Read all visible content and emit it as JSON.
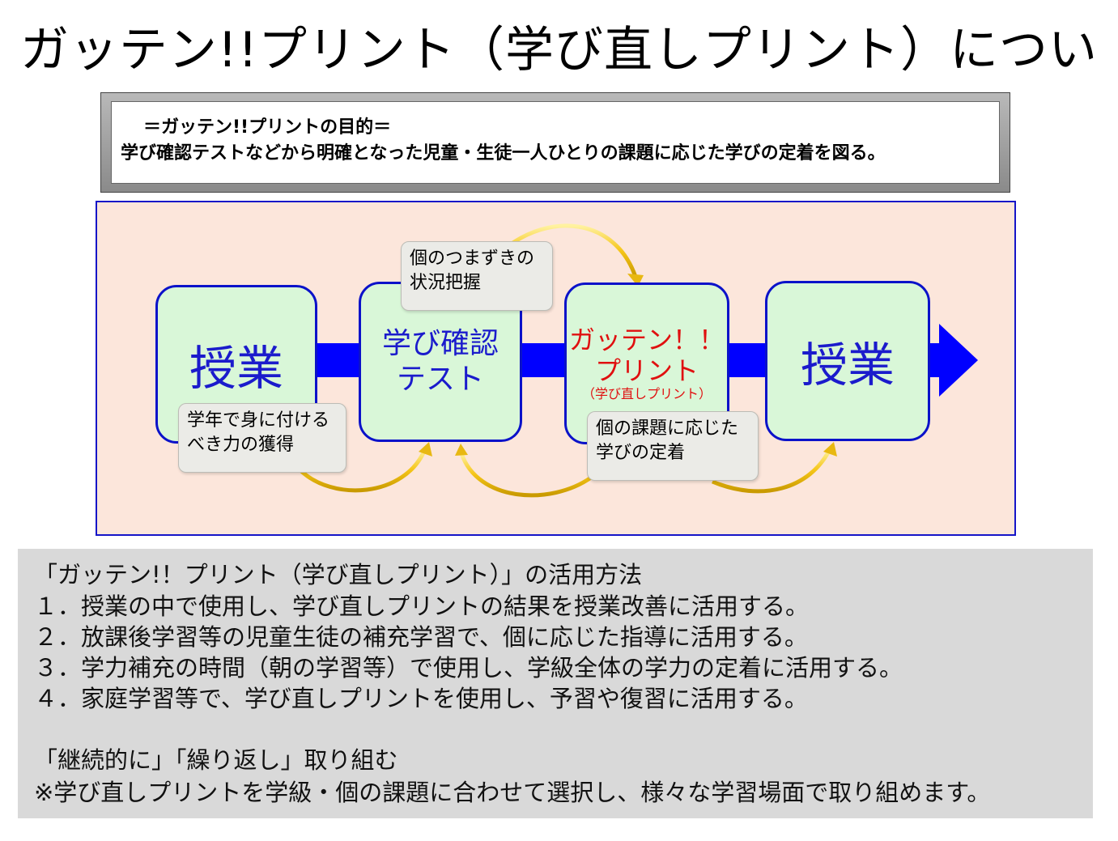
{
  "title": "ガッテン!!プリント（学び直しプリント）について",
  "purpose": {
    "heading": "＝ガッテン!!プリントの目的＝",
    "text": "学び確認テストなどから明確となった児童・生徒一人ひとりの課題に応じた学びの定着を図る。"
  },
  "flow": {
    "steps": [
      {
        "text": "授業"
      },
      {
        "line1": "学び確認",
        "line2": "テスト"
      },
      {
        "line1": "ガッテン！！",
        "line2": "プリント",
        "line3": "（学び直しプリント）"
      },
      {
        "text": "授業"
      }
    ],
    "notes": [
      {
        "line1": "個のつまずきの",
        "line2": "状況把握"
      },
      {
        "line1": "学年で身に付ける",
        "line2": "べき力の獲得"
      },
      {
        "line1": "個の課題に応じた",
        "line2": "学びの定着"
      }
    ],
    "colors": {
      "arrow": "#0000ff",
      "curve": "#f2c21a",
      "step_border": "#0b12c9",
      "step_fill": "#d9f7d8",
      "panel": "#fce6db",
      "red_text": "#e01010"
    }
  },
  "usage": {
    "heading": "「ガッテン!！プリント（学び直しプリント）」の活用方法",
    "items": [
      "１．授業の中で使用し、学び直しプリントの結果を授業改善に活用する。",
      "２．放課後学習等の児童生徒の補充学習で、個に応じた指導に活用する。",
      "３．学力補充の時間（朝の学習等）で使用し、学級全体の学力の定着に活用する。",
      "４．家庭学習等で、学び直しプリントを使用し、予習や復習に活用する。"
    ],
    "motto": "「継続的に」「繰り返し」取り組む",
    "note": "※学び直しプリントを学級・個の課題に合わせて選択し、様々な学習場面で取り組めます。"
  }
}
